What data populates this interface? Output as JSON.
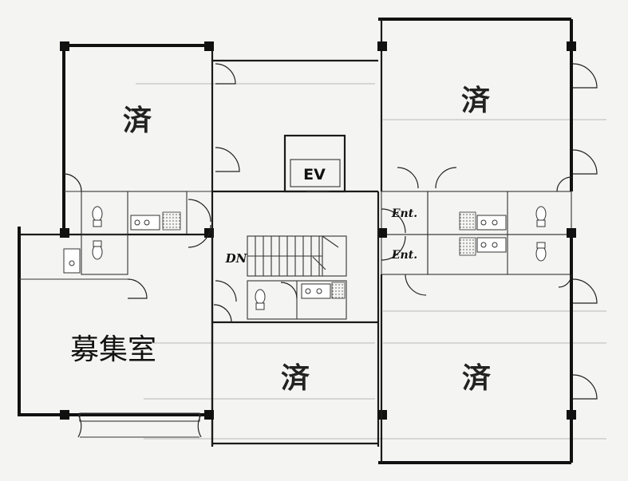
{
  "plan": {
    "unit_labels": {
      "top_left": "済",
      "top_right": "済",
      "bottom_center": "済",
      "bottom_right": "済",
      "vacant": "募集室"
    },
    "elevator": "EV",
    "stairs_down": "DN",
    "entrance_upper": "Ent.",
    "entrance_lower": "Ent."
  }
}
